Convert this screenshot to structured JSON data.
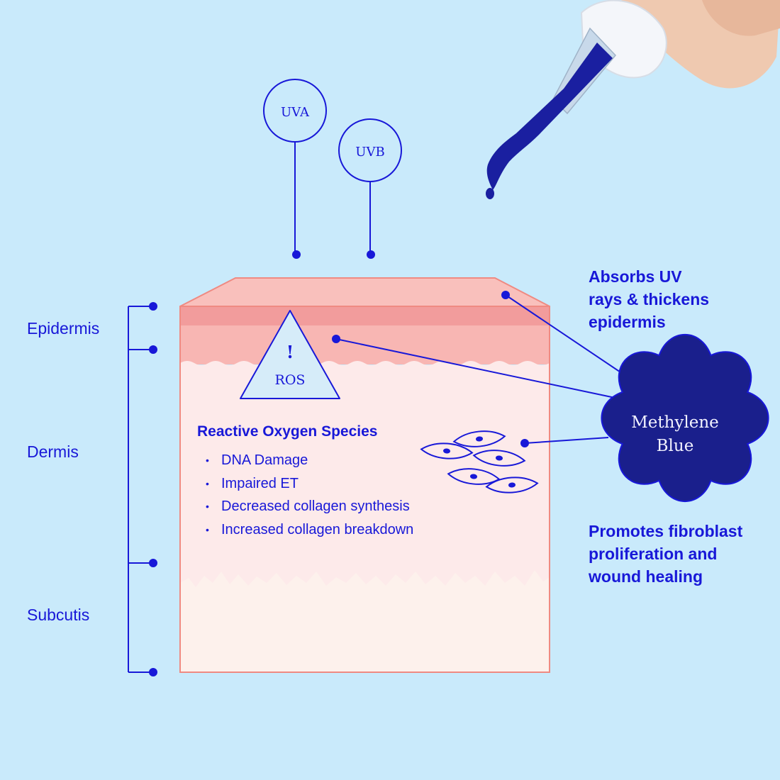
{
  "uv_bubbles": [
    {
      "label": "UVA"
    },
    {
      "label": "UVB"
    }
  ],
  "ros_badge": {
    "symbol": "!",
    "label": "ROS"
  },
  "layers": [
    {
      "label": "Epidermis"
    },
    {
      "label": "Dermis"
    },
    {
      "label": "Subcutis"
    }
  ],
  "ros_section": {
    "title": "Reactive Oxygen Species",
    "items": [
      "DNA Damage",
      "Impaired ET",
      "Decreased collagen synthesis",
      "Increased collagen breakdown"
    ]
  },
  "methylene_blue": {
    "line1": "Methylene",
    "line2": "Blue"
  },
  "notes": {
    "absorbs": [
      "Absorbs UV",
      "rays & thickens",
      "epidermis"
    ],
    "promotes": [
      "Promotes fibroblast",
      "proliferation and",
      "wound healing"
    ]
  },
  "colors": {
    "background": "#c9eafb",
    "accent_blue": "#1818d8",
    "dark_navy": "#1a1f8c",
    "skin_top": "#f7b7b3",
    "skin_band": "#f29c9c",
    "dermis": "#fdeaea",
    "subcutis": "#fdf1ec",
    "skin_outline": "#ef8a82"
  }
}
